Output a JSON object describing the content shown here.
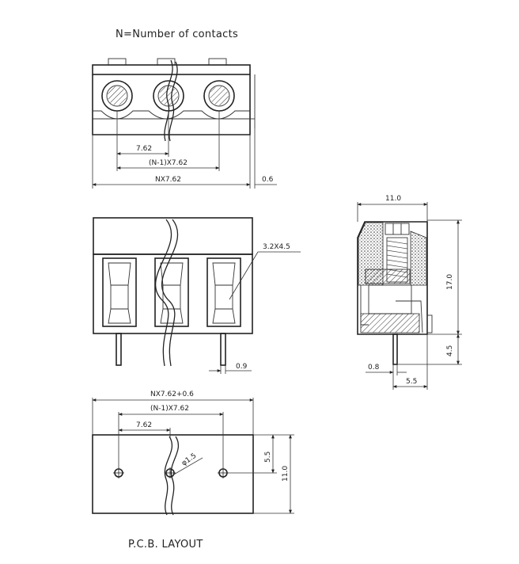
{
  "title": "N=Number of contacts",
  "footer": "P.C.B. LAYOUT",
  "front_view": {
    "dim_pitch": "7.62",
    "dim_n1_pitch": "(N-1)X7.62",
    "dim_total": "NX7.62",
    "dim_offset": "0.6"
  },
  "side_view": {
    "dim_opening": "3.2X4.5",
    "dim_pin": "0.9"
  },
  "end_view": {
    "dim_width": "11.0",
    "dim_height": "17.0",
    "dim_pin_length": "4.5",
    "dim_pin_width": "0.8",
    "dim_pin_pos": "5.5"
  },
  "pcb_layout": {
    "dim_overall": "NX7.62+0.6",
    "dim_n1_pitch": "(N-1)X7.62",
    "dim_pitch": "7.62",
    "dim_hole": "φ1.5",
    "dim_row": "5.5",
    "dim_depth": "11.0"
  }
}
